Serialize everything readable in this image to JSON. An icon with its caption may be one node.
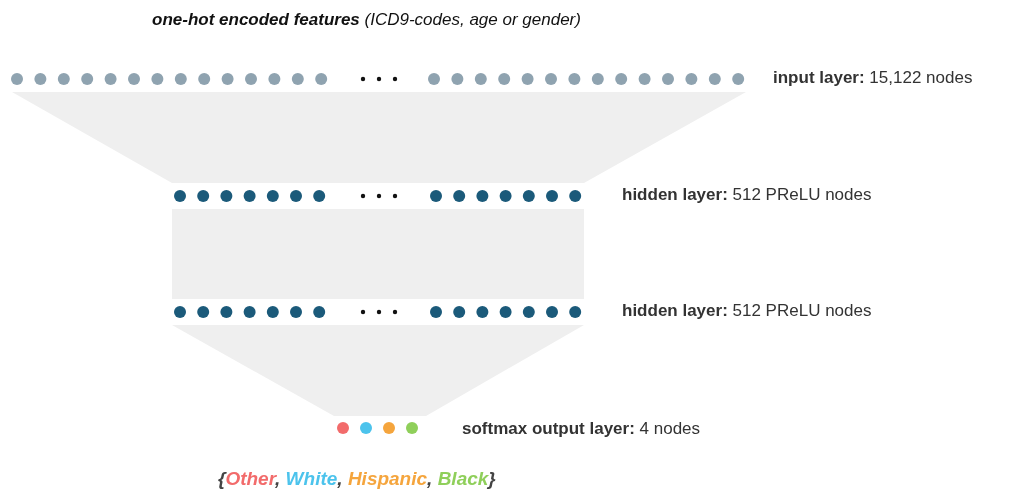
{
  "diagram": {
    "nodes": [
      {
        "text": [],
        "shape": "bar",
        "beside": [
          "**input layer:** 15,122 nodes"
        ]
      },
      {
        "text": [],
        "shape": "bar",
        "beside": [
          "**hidden layer:** 512 PReLU nodes"
        ]
      },
      {
        "text": [],
        "shape": "bar",
        "beside": [
          "**hidden layer:** 512 PReLU nodes"
        ]
      },
      {
        "text": [],
        "shape": "bar",
        "beside": [
          "**softmax output layer:** 4 nodes"
        ]
      }
    ],
    "edges": [
      {
        "from": 0,
        "to": 1,
        "arrow": "none"
      },
      {
        "from": 1,
        "to": 2,
        "arrow": "none"
      },
      {
        "from": 2,
        "to": 3,
        "arrow": "none"
      }
    ],
    "labels": [
      "**one-hot encoded features** (ICD9-codes, age or gender)",
      "{",
      ",",
      ",",
      ",",
      "}"
    ],
    "legend": [
      {
        "text": "Other",
        "color": "#f26b6b"
      },
      {
        "text": "White",
        "color": "#4cc3ec"
      },
      {
        "text": "Hispanic",
        "color": "#f5a53d"
      },
      {
        "text": "Black",
        "color": "#8fcf5a"
      }
    ]
  }
}
